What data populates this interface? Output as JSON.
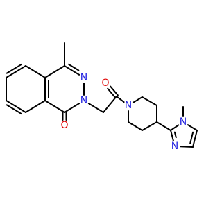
{
  "molecule": {
    "colors": {
      "carbon_bond": "#000000",
      "nitrogen": "#2020e0",
      "oxygen": "#e00000",
      "background": "#ffffff"
    },
    "atom_labels": {
      "n_phthalazine_2": "N",
      "n_phthalazine_3": "N",
      "o_phthalazinone": "O",
      "o_amide": "O",
      "n_piperidine": "N",
      "n_imidazole_1": "N",
      "n_imidazole_3": "N"
    }
  }
}
